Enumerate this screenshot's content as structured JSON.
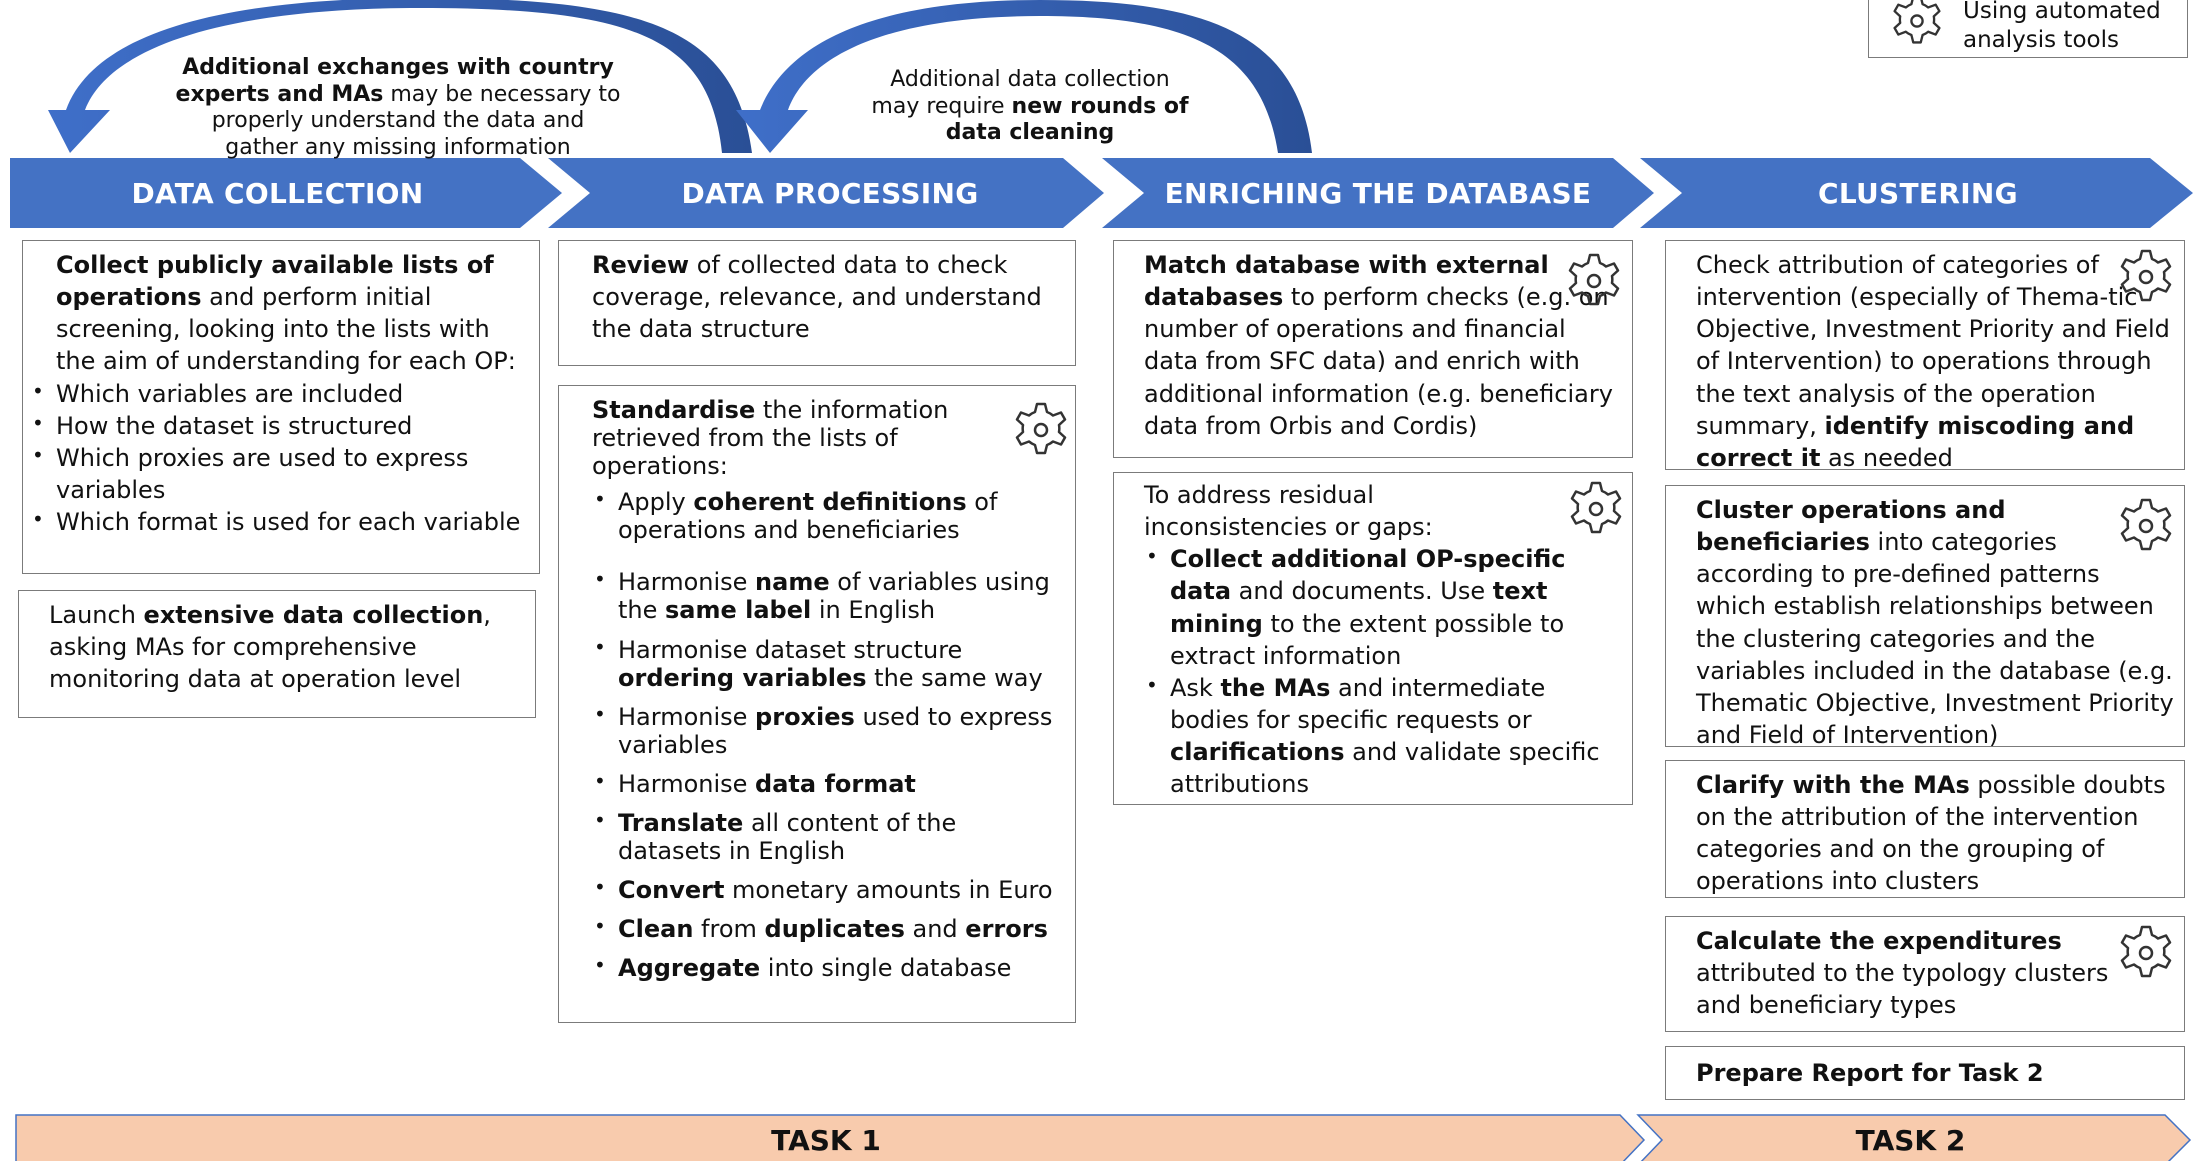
{
  "legend": {
    "text_line1": "Using automated",
    "text_line2": "analysis tools",
    "icon": "gear-icon"
  },
  "feedback": {
    "left": {
      "b1": "Additional exchanges with country",
      "b2": "experts and MAs",
      "t2": " may be necessary to",
      "t3": "properly understand the data and",
      "t4": "gather any missing information"
    },
    "right": {
      "t1": "Additional data collection",
      "t2": "may require ",
      "b2": "new rounds of",
      "b3": "data cleaning"
    }
  },
  "phases": [
    {
      "label": "DATA COLLECTION"
    },
    {
      "label": "DATA PROCESSING"
    },
    {
      "label": "ENRICHING THE DATABASE"
    },
    {
      "label": "CLUSTERING"
    }
  ],
  "tasks": [
    {
      "label": "TASK 1"
    },
    {
      "label": "TASK 2"
    }
  ],
  "collection": {
    "box1": {
      "b1": "Collect publicly available lists of operations",
      "t1": " and perform initial screening, looking into the lists with the aim of understanding for each OP:",
      "bullets": [
        "Which variables are included",
        "How the dataset is structured",
        "Which proxies are used to express variables",
        "Which format is used for each variable"
      ]
    },
    "box2": {
      "t1": "Launch ",
      "b1": "extensive data collection",
      "t2": ", asking MAs for comprehensive monitoring data at operation level"
    }
  },
  "processing": {
    "box1": {
      "b1": "Review",
      "t1": " of collected data to check coverage, relevance, and understand the data structure"
    },
    "box2": {
      "b1": "Standardise",
      "t1": " the information retrieved from the lists of operations:",
      "i1": {
        "t1": "Apply ",
        "b1": "coherent definitions",
        "t2": " of operations and beneficiaries"
      },
      "i2": {
        "t1": "Harmonise ",
        "b1": "name",
        "t2": " of variables using the ",
        "b2": "same label",
        "t3": " in English"
      },
      "i3": {
        "t1": "Harmonise dataset structure ",
        "b1": "ordering variables",
        "t2": " the same way"
      },
      "i4": {
        "t1": "Harmonise ",
        "b1": "proxies",
        "t2": " used to express variables"
      },
      "i5": {
        "t1": "Harmonise ",
        "b1": "data format"
      },
      "i6": {
        "b1": "Translate",
        "t1": " all content of the datasets in English"
      },
      "i7": {
        "b1": "Convert",
        "t1": " monetary amounts in Euro"
      },
      "i8": {
        "b1": "Clean",
        "t1": " from ",
        "b2": "duplicates",
        "t2": " and ",
        "b3": "errors"
      },
      "i9": {
        "b1": "Aggregate",
        "t1": " into single database"
      }
    }
  },
  "enriching": {
    "box1": {
      "b1": "Match database with external databases",
      "t1": " to perform checks (e.g. on number of operations and financial data from SFC data) and enrich with additional information (e.g. beneficiary data from Orbis and Cordis)"
    },
    "box2": {
      "t1": "To address residual inconsistencies or gaps:",
      "i1": {
        "b1": "Collect additional OP-specific data",
        "t1": " and documents. Use ",
        "b2": "text mining",
        "t2": " to the extent possible to extract information"
      },
      "i2": {
        "t1": "Ask ",
        "b1": "the MAs",
        "t2": " and intermediate bodies for specific requests or ",
        "b2": "clarifications",
        "t3": " and validate specific attributions"
      }
    }
  },
  "clustering": {
    "box1": {
      "t1": "Check attribution of categories of intervention (especially of Thema-tic Objective, Investment Priority and Field of Intervention) to operations through the text analysis of the operation summary, ",
      "b1": "identify miscoding and correct it",
      "t2": " as needed"
    },
    "box2": {
      "b1": "Cluster operations and beneficiaries",
      "t1": " into categories according to pre-defined patterns which establish relationships between the clustering categories and the variables included in the database (e.g. Thematic Objective, Investment Priority and Field of Intervention)"
    },
    "box3": {
      "b1": "Clarify with the MAs",
      "t1": " possible doubts on the attribution of the intervention categories and on the grouping of operations into clusters"
    },
    "box4": {
      "b1": "Calculate the expenditures",
      "t1": " attributed to the typology clusters and beneficiary types"
    },
    "box5": {
      "b1": "Prepare Report for Task 2"
    }
  },
  "colors": {
    "phase_blue": "#4472c4",
    "arrow_dark": "#2f5597",
    "task_fill": "#f8cbad",
    "task_border": "#4472c4"
  }
}
